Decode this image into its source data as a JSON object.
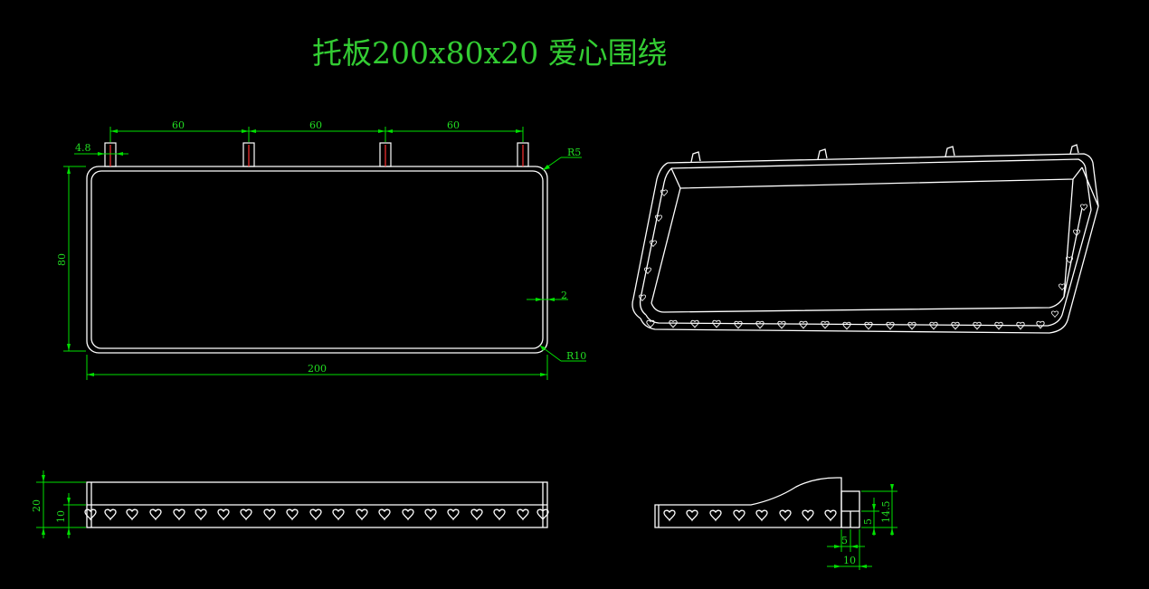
{
  "title": "托板200x80x20 爱心围绕",
  "top_view": {
    "pin_spacing_1": "60",
    "pin_spacing_2": "60",
    "pin_spacing_3": "60",
    "pin_width": "4.8",
    "corner_small": "R5",
    "corner_large": "R10",
    "height": "80",
    "width": "200",
    "wall": "2"
  },
  "front_view": {
    "height_total": "20",
    "height_heart": "10"
  },
  "side_view": {
    "pin_height": "14.5",
    "pin_small": "5",
    "offset_5": "5",
    "offset_10": "10"
  }
}
